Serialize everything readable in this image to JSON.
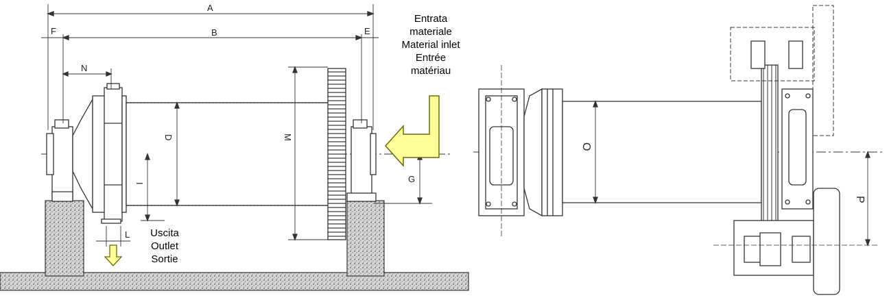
{
  "dimensions": {
    "A": "A",
    "B": "B",
    "F": "F",
    "E": "E",
    "N": "N",
    "D": "D",
    "M": "M",
    "I": "I",
    "G": "G",
    "L": "L",
    "O": "O",
    "P": "P"
  },
  "inlet_label": [
    "Entrata",
    "materiale",
    "Material inlet",
    "Entrée",
    "matériau"
  ],
  "outlet_label": [
    "Uscita",
    "Outlet",
    "Sortie"
  ],
  "colors": {
    "arrow_fill": "#ffff99",
    "arrow_stroke": "#6a6a00",
    "line": "#333333",
    "foundation": "#c8c8c8"
  }
}
